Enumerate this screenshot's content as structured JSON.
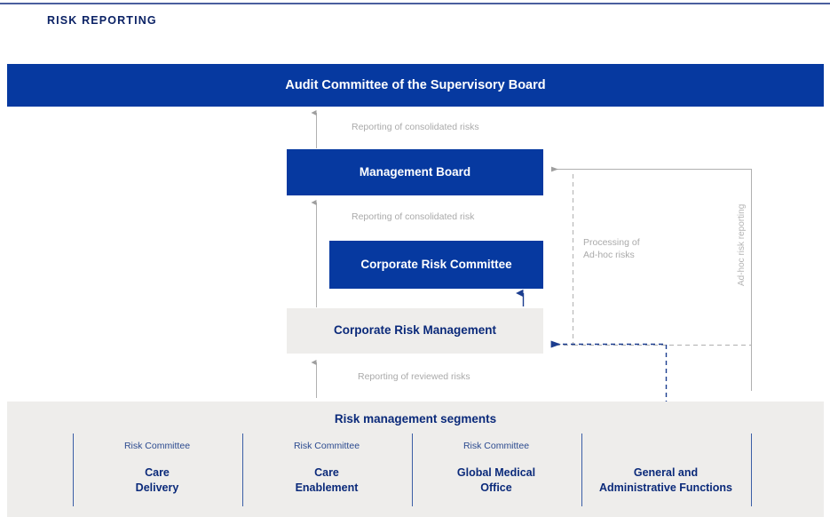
{
  "section": {
    "title": "RISK REPORTING"
  },
  "colors": {
    "brand_blue": "#0639a0",
    "dark_navy": "#0b2265",
    "panel_gray": "#eeedeb",
    "rule_blue": "#4a5f9e",
    "connector_gray": "#aaaaaa",
    "divider_blue": "#3b5ea6"
  },
  "boxes": {
    "audit_committee": "Audit Committee of the Supervisory Board",
    "management_board": "Management Board",
    "corporate_risk_committee": "Corporate Risk Committee",
    "corporate_risk_management": "Corporate Risk Management"
  },
  "connectors": {
    "reporting_consolidated_risks": "Reporting of consolidated risks",
    "reporting_consolidated_risk": "Reporting of consolidated risk",
    "reporting_reviewed_risks": "Reporting of reviewed risks",
    "processing_adhoc_risks": "Processing of\nAd-hoc risks",
    "adhoc_risk_reporting": "Ad-hoc risk reporting"
  },
  "segments_panel": {
    "title": "Risk management segments",
    "segments": [
      {
        "sub": "Risk Committee",
        "name": "Care\nDelivery"
      },
      {
        "sub": "Risk Committee",
        "name": "Care\nEnablement"
      },
      {
        "sub": "Risk Committee",
        "name": "Global Medical\nOffice"
      },
      {
        "sub": "",
        "name": "General and\nAdministrative Functions"
      }
    ]
  }
}
